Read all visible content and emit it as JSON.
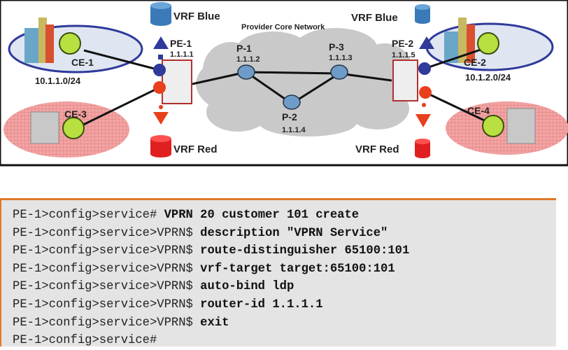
{
  "diagram": {
    "title": "Provider Core Network",
    "vrf_blue_left": "VRF Blue",
    "vrf_red_left": "VRF Red",
    "vrf_blue_right": "VRF Blue",
    "vrf_red_right": "VRF Red",
    "nodes": {
      "ce1": {
        "name": "CE-1",
        "subnet": "10.1.1.0/24"
      },
      "ce2": {
        "name": "CE-2",
        "subnet": "10.1.2.0/24"
      },
      "ce3": {
        "name": "CE-3"
      },
      "ce4": {
        "name": "CE-4"
      },
      "pe1": {
        "name": "PE-1",
        "ip": "1.1.1.1"
      },
      "pe2": {
        "name": "PE-2",
        "ip": "1.1.1.5"
      },
      "p1": {
        "name": "P-1",
        "ip": "1.1.1.2"
      },
      "p2": {
        "name": "P-2",
        "ip": "1.1.1.4"
      },
      "p3": {
        "name": "P-3",
        "ip": "1.1.1.3"
      }
    },
    "colors": {
      "blue_vrf": "#2f3a9a",
      "red_vrf": "#e8401c",
      "ce_router": "#b8e040",
      "p_router": "#6e9cc8",
      "cloud": "#c8c8c8"
    }
  },
  "config": {
    "lines": [
      {
        "prompt": "PE-1>config>service# ",
        "command": "VPRN 20 customer 101 create"
      },
      {
        "prompt": "PE-1>config>service>VPRN$ ",
        "command": "description \"VPRN Service\""
      },
      {
        "prompt": "PE-1>config>service>VPRN$ ",
        "command": "route-distinguisher 65100:101"
      },
      {
        "prompt": "PE-1>config>service>VPRN$ ",
        "command": "vrf-target target:65100:101"
      },
      {
        "prompt": "PE-1>config>service>VPRN$ ",
        "command": "auto-bind ldp"
      },
      {
        "prompt": "PE-1>config>service>VPRN$ ",
        "command": "router-id 1.1.1.1"
      },
      {
        "prompt": "PE-1>config>service>VPRN$ ",
        "command": "exit"
      },
      {
        "prompt": "PE-1>config>service#",
        "command": ""
      }
    ]
  }
}
